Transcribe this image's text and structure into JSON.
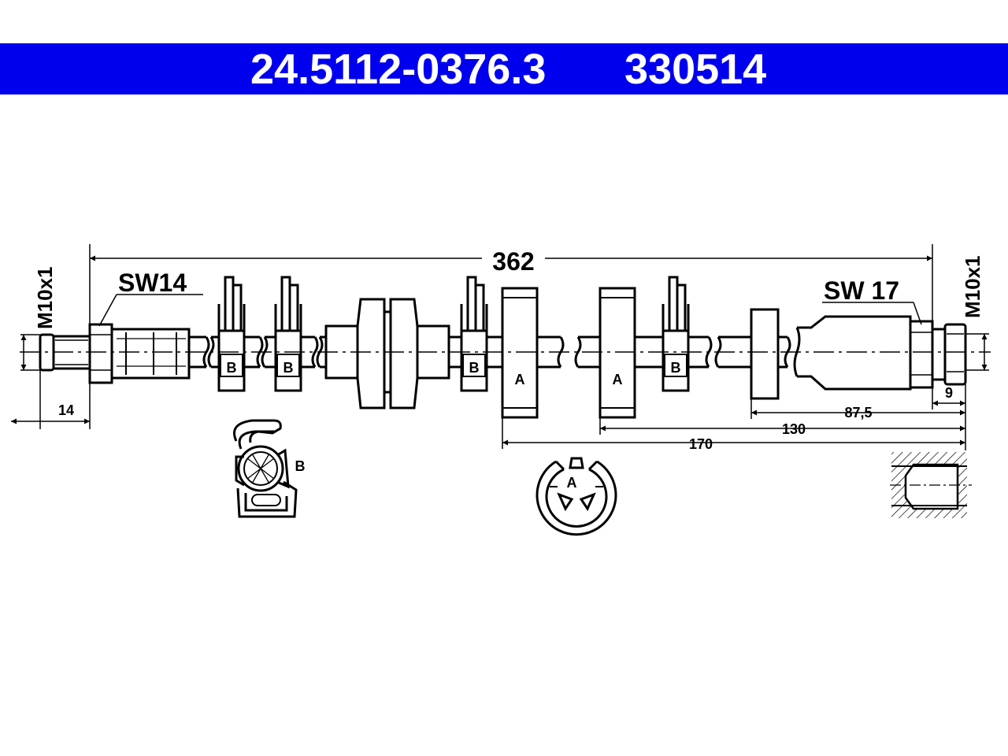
{
  "header": {
    "part_number": "24.5112-0376.3",
    "code": "330514",
    "background": "#0000ee",
    "text_color": "#ffffff"
  },
  "drawing": {
    "total_length": "362",
    "thread_left": "M10x1",
    "thread_right": "M10x1",
    "wrench_left": "SW14",
    "wrench_right": "SW 17",
    "dim_14": "14",
    "dim_9": "9",
    "dim_87_5": "87,5",
    "dim_130": "130",
    "dim_170": "170",
    "clip_label_b": "B",
    "clip_label_a": "A"
  }
}
